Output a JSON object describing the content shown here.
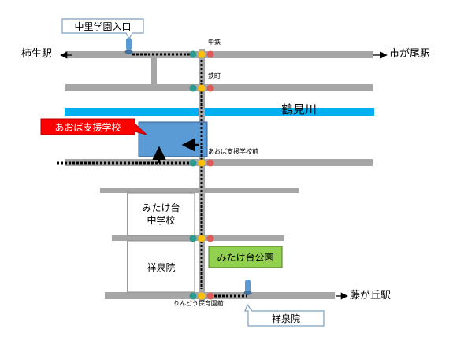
{
  "labels": {
    "kakio": "柿生駅",
    "ichigao": "市が尾駅",
    "fujigaoka": "藤が丘駅",
    "nakatetsu": "中鉄",
    "tetsumachi": "鉄町",
    "river": "鶴見川",
    "aoba_mae": "あおば支援学校前",
    "rindou_mae": "りんどう保育園前"
  },
  "places": {
    "nakazato_entrance": "中里学園入口",
    "aoba_school": "あおば支援学校",
    "mitakedai_jhs_line1": "みたけ台",
    "mitakedai_jhs_line2": "中学校",
    "shosenin_building": "祥泉院",
    "mitakedai_park": "みたけ台公園",
    "shosenin_sign": "祥泉院"
  },
  "colors": {
    "road": "#a6a6a6",
    "river": "#00b0f0",
    "school": "#5b9bd5",
    "callout": "#ff0000",
    "park": "#92d050",
    "signal_green": "#2e9b8f",
    "signal_yellow": "#ffc000",
    "signal_red": "#e05a5a",
    "pin": "#5b9bd5"
  }
}
